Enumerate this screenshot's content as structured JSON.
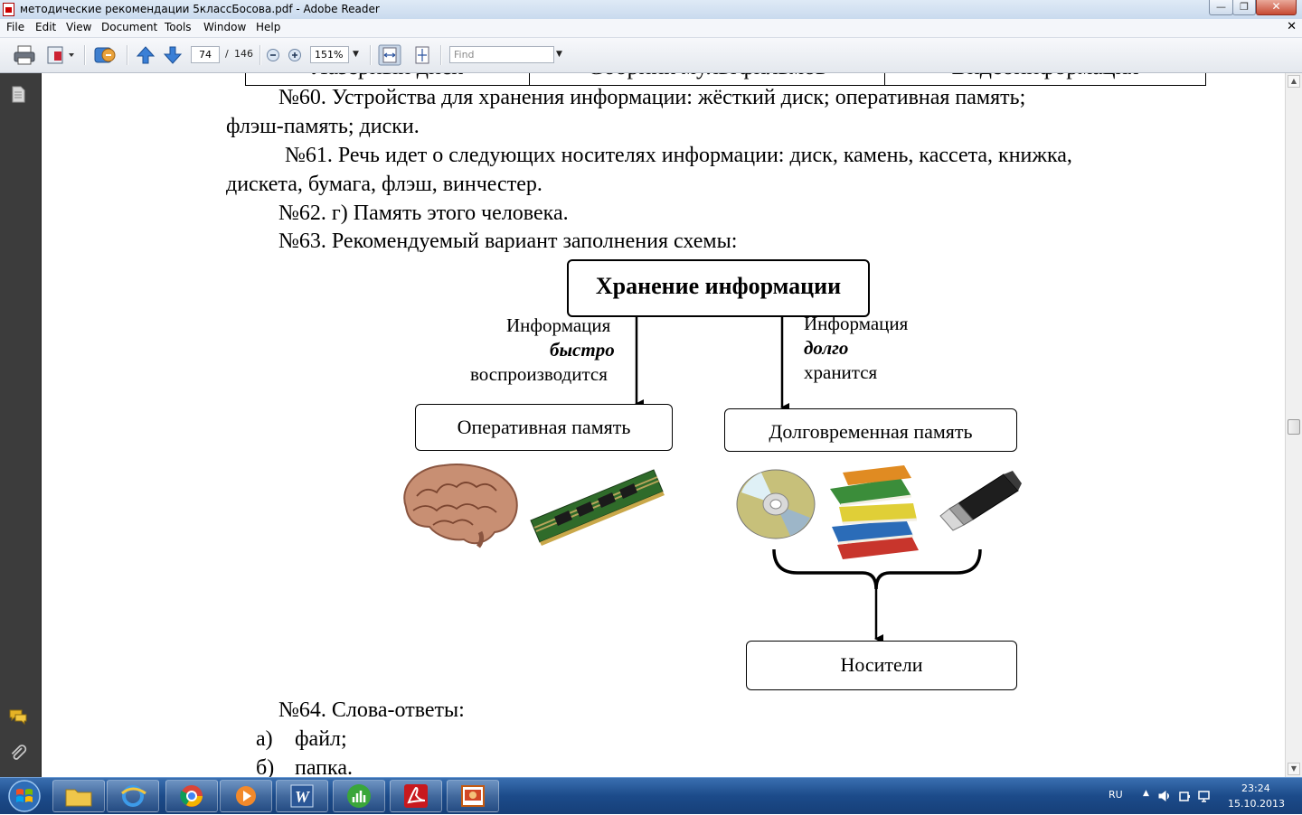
{
  "window": {
    "title": "методические рекомендации 5классБосова.pdf - Adobe Reader",
    "minimize_icon": "minimize-icon",
    "maximize_icon": "restore-icon",
    "close_label": "✕"
  },
  "menu": {
    "items": [
      "File",
      "Edit",
      "View",
      "Document",
      "Tools",
      "Window",
      "Help"
    ],
    "close_doc_label": "✕"
  },
  "toolbar": {
    "page_current": "74",
    "page_separator": "/",
    "page_total": "146",
    "zoom": "151%",
    "find_placeholder": "Find"
  },
  "document": {
    "table_row": [
      "Лазерный диск",
      "Сборник мультфильмов",
      "Видеоинформация"
    ],
    "p60": "№60. Устройства для хранения информации: жёсткий диск; оперативная память;",
    "p60b": "флэш-память; диски.",
    "p61": "№61. Речь идет о следующих носителях информации: диск, камень, кассета, книжка,",
    "p61b": "дискета, бумага, флэш, винчестер.",
    "p62": "№62. г) Память этого человека.",
    "p63": "№63. Рекомендуемый вариант заполнения схемы:",
    "diagram": {
      "root": "Хранение информации",
      "left_label_1": "Информация",
      "left_label_2": "быстро",
      "left_label_3": "воспроизводится",
      "right_label_1": "Информация",
      "right_label_2": "долго",
      "right_label_3": "хранится",
      "left_box": "Оперативная  память",
      "right_box": "Долговременная память",
      "bottom_box": "Носители"
    },
    "p64": "№64. Слова-ответы:",
    "a_marker": "а)",
    "a_text": "файл;",
    "b_marker": "б)",
    "b_text": "папка."
  },
  "taskbar": {
    "lang": "RU",
    "time": "23:24",
    "date": "15.10.2013"
  }
}
